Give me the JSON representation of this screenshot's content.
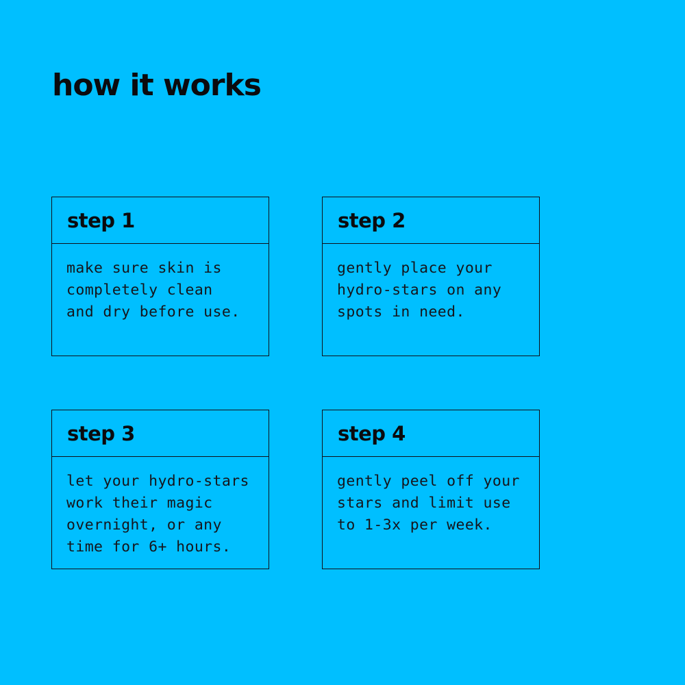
{
  "page": {
    "title": "how it works",
    "background_color": "#00BFFF",
    "text_color": "#0b0b0e",
    "border_color": "#10101a"
  },
  "steps": [
    {
      "label": "step 1",
      "description": "make sure skin is\ncompletely clean\nand dry before use."
    },
    {
      "label": "step 2",
      "description": "gently place your\nhydro-stars on any\nspots in need."
    },
    {
      "label": "step 3",
      "description": "let your hydro-stars\nwork their magic\novernight, or any\ntime for 6+ hours."
    },
    {
      "label": "step 4",
      "description": "gently peel off your\nstars and limit use\nto 1-3x per week."
    }
  ]
}
